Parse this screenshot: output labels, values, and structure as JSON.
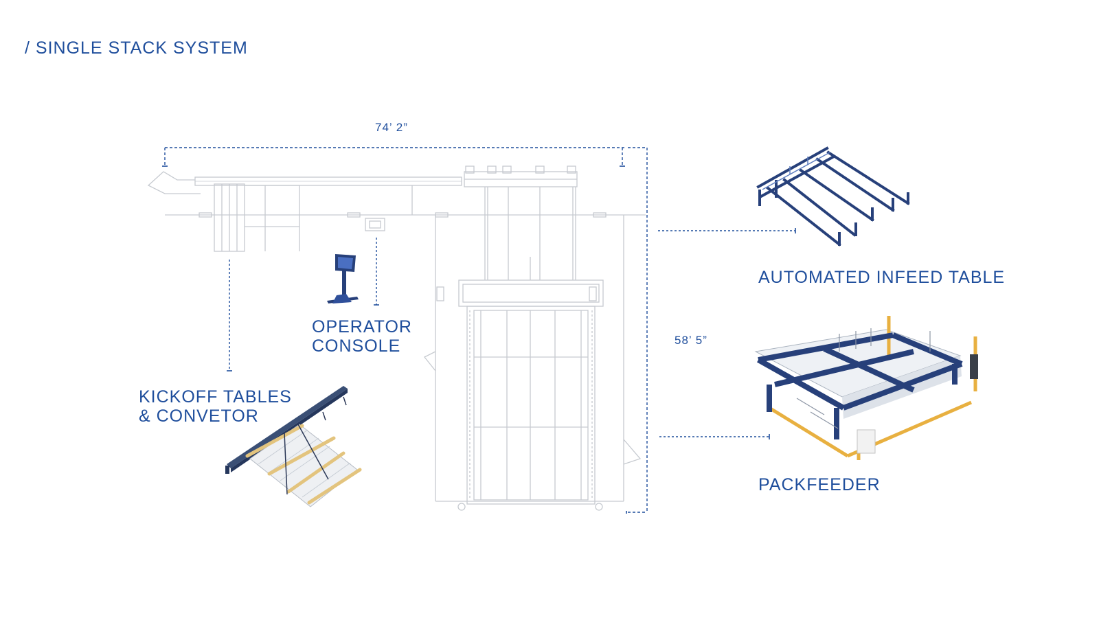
{
  "title": "/ SINGLE STACK SYSTEM",
  "dimensions": {
    "width": "74’ 2”",
    "depth": "58’ 5”"
  },
  "components": {
    "operator_console": {
      "line1": "OPERATOR",
      "line2": "CONSOLE"
    },
    "kickoff_tables": {
      "line1": "KICKOFF TABLES",
      "line2": "& CONVETOR"
    },
    "infeed_table": {
      "label": "AUTOMATED INFEED TABLE"
    },
    "packfeeder": {
      "label": "PACKFEEDER"
    }
  },
  "colors": {
    "accent": "#1f4e9c",
    "machine_blue": "#27407a",
    "drawing_gray": "#c9cdd3",
    "frame_yellow": "#e8b040",
    "wood": "#e6cc8e"
  }
}
